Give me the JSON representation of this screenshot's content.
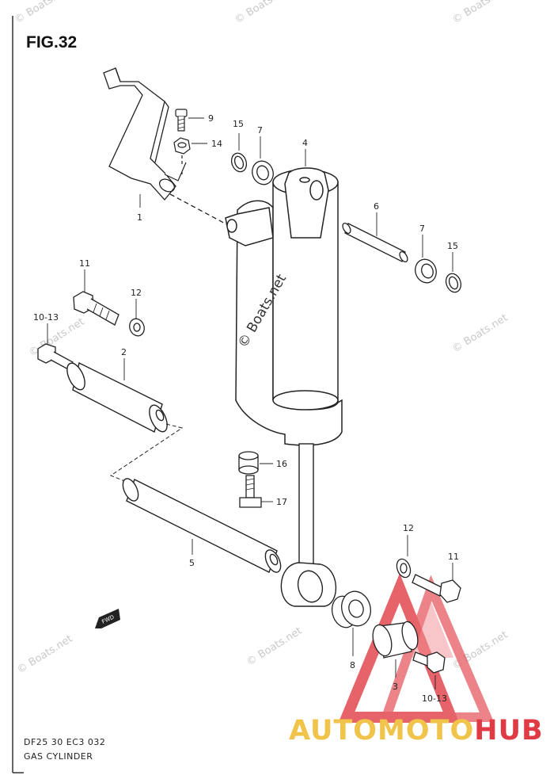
{
  "figure": {
    "title": "FIG.32",
    "code": "DF25 30 EC3  032",
    "name": "GAS CYLINDER"
  },
  "watermark": {
    "text": "© Boats.net",
    "center_text": "© Boats.net"
  },
  "brand": {
    "part1": "AUTOMOTO",
    "part2": "HUB",
    "color_auto": "#f0c44a",
    "color_hub": "#e03a44"
  },
  "callouts": {
    "c1": "1",
    "c2": "2",
    "c3": "3",
    "c4": "4",
    "c5": "5",
    "c6": "6",
    "c7a": "7",
    "c7b": "7",
    "c8": "8",
    "c9": "9",
    "c10a": "10-13",
    "c10b": "10-13",
    "c11a": "11",
    "c11b": "11",
    "c12a": "12",
    "c12b": "12",
    "c14": "14",
    "c15a": "15",
    "c15b": "15",
    "c16": "16",
    "c17": "17"
  },
  "fwd_label": "FWD"
}
